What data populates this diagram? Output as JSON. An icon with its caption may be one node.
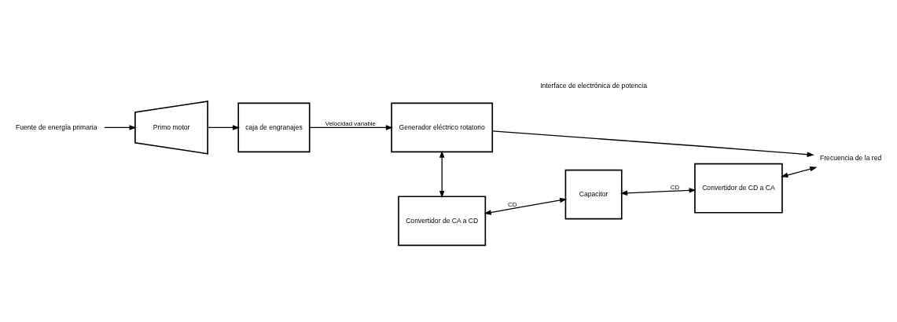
{
  "diagram": {
    "nodes": [
      {
        "text": [
          "Fuente de energía primaria"
        ]
      },
      {
        "text": [
          "Primo motor"
        ]
      },
      {
        "text": [
          "caja de engranajes"
        ]
      },
      {
        "text": [
          "Generador eléctrico rotatorio"
        ]
      },
      {
        "text": [
          "Convertidor de CA a CD"
        ]
      },
      {
        "text": [
          "Capacitor"
        ]
      },
      {
        "text": [
          "Convertidor de CD a CA"
        ]
      },
      {
        "text": [
          "Frecuencia de la red"
        ]
      }
    ],
    "edges": [
      {
        "from": 0,
        "to": 1,
        "arrow": "to"
      },
      {
        "from": 1,
        "to": 2,
        "arrow": "to"
      },
      {
        "from": 2,
        "to": 3,
        "arrow": "to",
        "label": "Velocidad variable"
      },
      {
        "from": 3,
        "to": 7,
        "arrow": "to"
      },
      {
        "from": 3,
        "to": 4,
        "arrow": "both"
      },
      {
        "from": 4,
        "to": 5,
        "arrow": "both",
        "label": "CD"
      },
      {
        "from": 5,
        "to": 6,
        "arrow": "both",
        "label": "CD"
      },
      {
        "from": 6,
        "to": 7,
        "arrow": "both"
      }
    ],
    "labels": [
      "Interface de electrónica de potencia"
    ]
  }
}
